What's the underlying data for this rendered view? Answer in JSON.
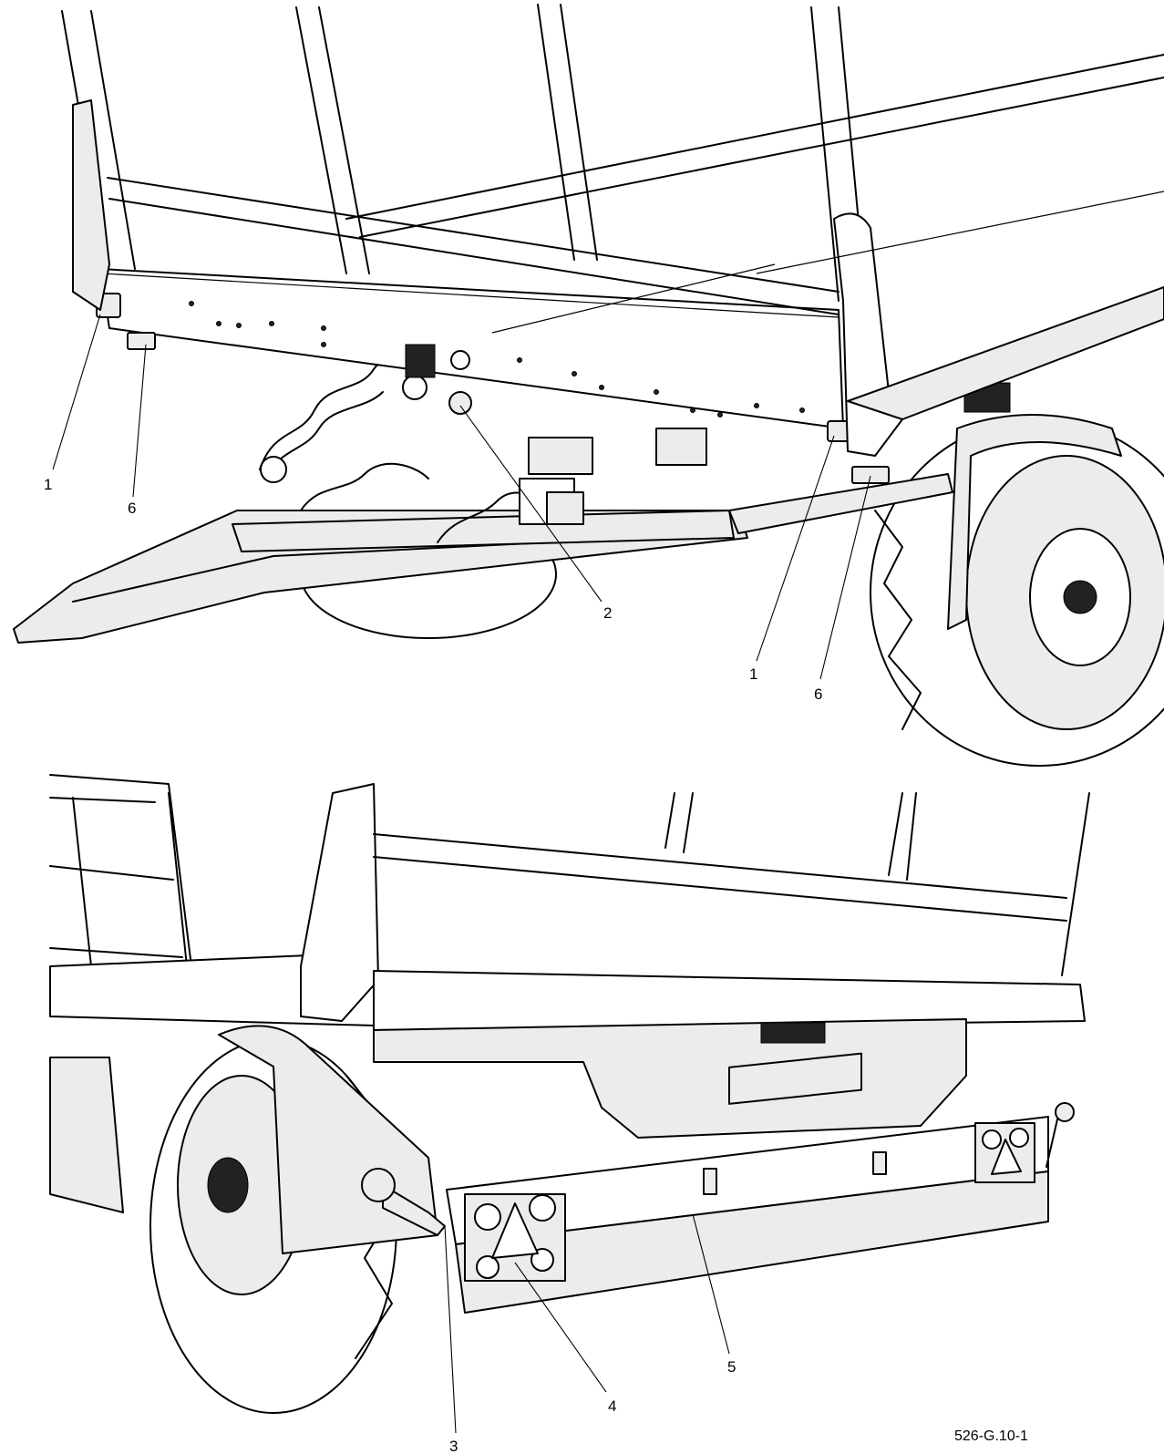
{
  "figure_ref": "526-G.10-1",
  "callouts": [
    {
      "id": "c1a",
      "label": "1"
    },
    {
      "id": "c6a",
      "label": "6"
    },
    {
      "id": "c2",
      "label": "2"
    },
    {
      "id": "c1b",
      "label": "1"
    },
    {
      "id": "c6b",
      "label": "6"
    },
    {
      "id": "c3",
      "label": "3"
    },
    {
      "id": "c4",
      "label": "4"
    },
    {
      "id": "c5",
      "label": "5"
    }
  ]
}
